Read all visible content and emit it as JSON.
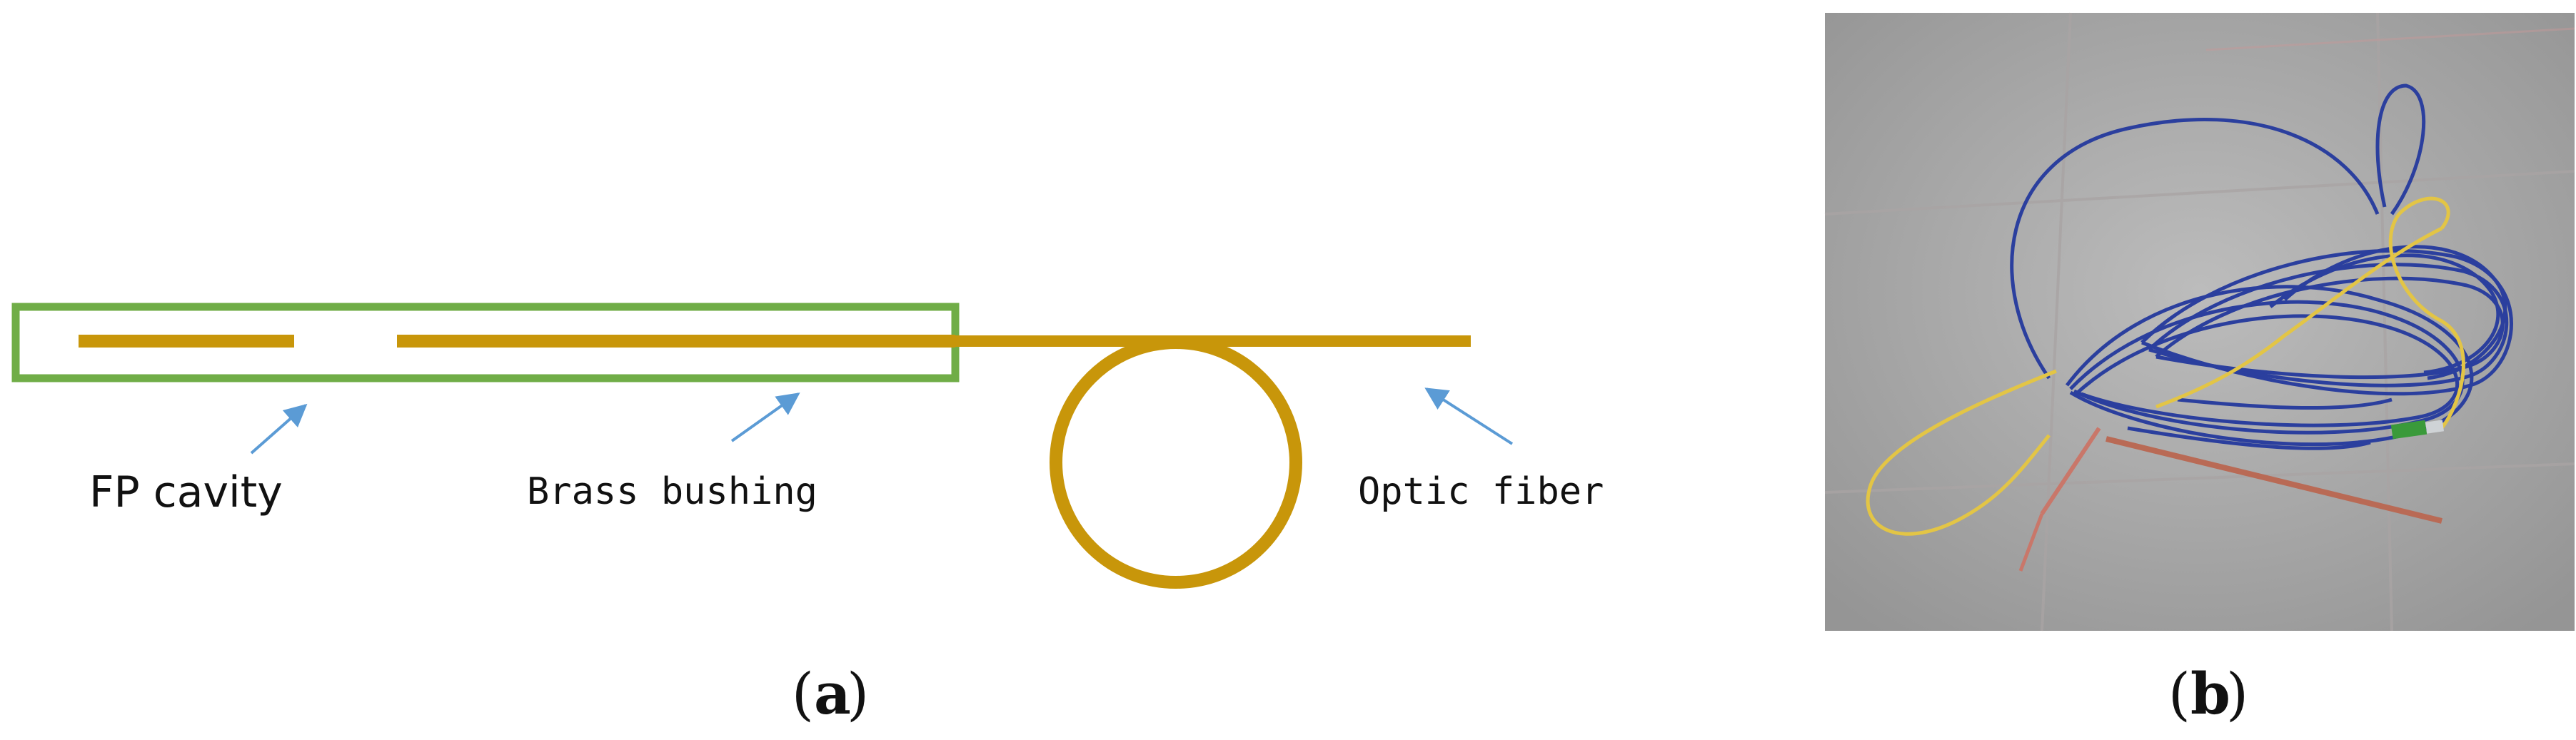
{
  "panel_a": {
    "caption_letter": "a",
    "labels": {
      "fp_cavity": "FP cavity",
      "brass_bushing": "Brass bushing",
      "optic_fiber": "Optic fiber"
    }
  },
  "panel_b": {
    "caption_letter": "b"
  },
  "colors": {
    "fiber": "#c8960a",
    "bushing_outline": "#70ad47",
    "arrow": "#5b9bd5",
    "text": "#111111"
  }
}
